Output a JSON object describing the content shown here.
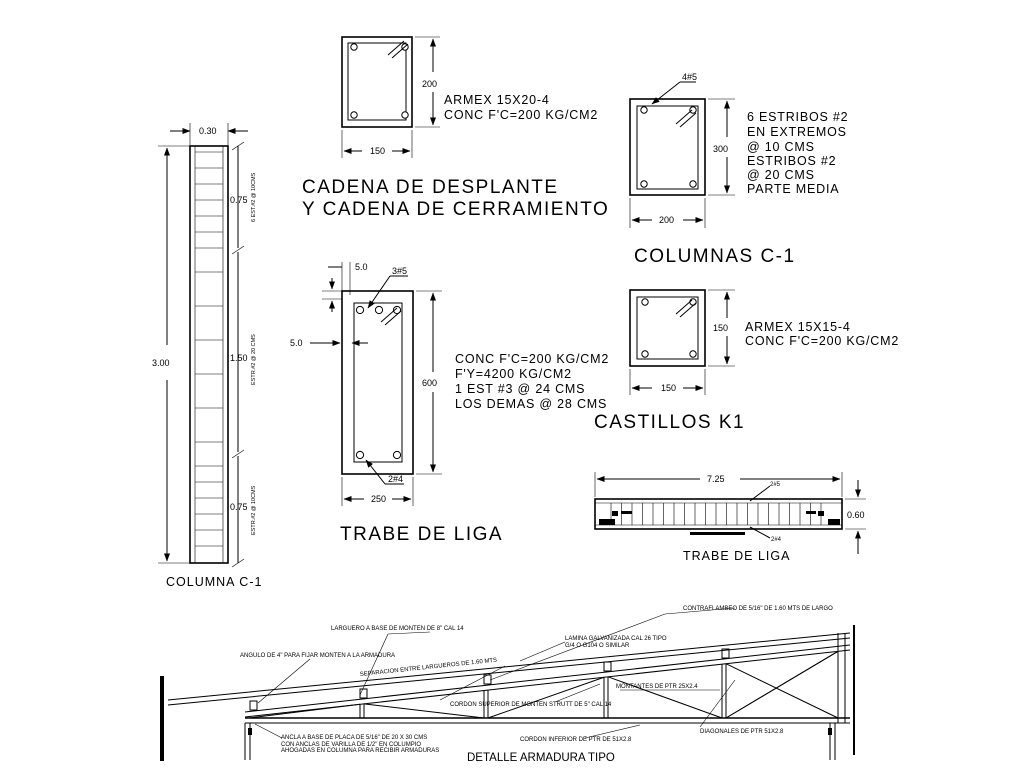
{
  "column_elevation": {
    "width_label": "0.30",
    "height_label": "3.00",
    "top_zone_label": "0.75",
    "mid_zone_label": "1.50",
    "bot_zone_label": "0.75",
    "top_zone_note": "6 EST.#2 @ 10CMS",
    "mid_zone_note": "ESTR.#2 @ 20 CMS",
    "bot_zone_note": "ESTR.#2 @ 10CMS",
    "title": "COLUMNA C-1"
  },
  "cadena": {
    "height_label": "200",
    "width_label": "150",
    "spec_line1": "ARMEX 15X20-4",
    "spec_line2": "CONC F'C=200 KG/CM2",
    "title_line1": "CADENA DE DESPLANTE",
    "title_line2": "Y CADENA DE CERRAMIENTO"
  },
  "columnas": {
    "rebar_label": "4#5",
    "height_label": "300",
    "width_label": "200",
    "spec_lines": [
      "6 ESTRIBOS #2",
      "EN EXTREMOS",
      "@ 10 CMS",
      "ESTRIBOS #2",
      "@ 20 CMS",
      "PARTE MEDIA"
    ],
    "title": "COLUMNAS C-1"
  },
  "trabe_section": {
    "cover_top_label": "5.0",
    "cover_side_label": "5.0",
    "top_rebar_label": "3#5",
    "bottom_rebar_label": "2#4",
    "height_label": "600",
    "width_label": "250",
    "spec_lines": [
      "CONC F'C=200 KG/CM2",
      "F'Y=4200 KG/CM2",
      "1 EST #3 @ 24 CMS",
      "LOS DEMAS @ 28 CMS"
    ],
    "title": "TRABE DE LIGA"
  },
  "castillos": {
    "height_label": "150",
    "width_label": "150",
    "spec_line1": "ARMEX 15X15-4",
    "spec_line2": "CONC F'C=200 KG/CM2",
    "title": "CASTILLOS K1"
  },
  "trabe_elevation": {
    "length_label": "7.25",
    "height_label": "0.60",
    "top_bar_label": "2#5",
    "bottom_bar_label": "2#4",
    "title": "TRABE DE LIGA"
  },
  "armadura": {
    "notes": {
      "contraflambeo": "CONTRAFLAMBEO DE 5/16\" DE 1.60 MTS DE LARGO",
      "larguero": "LARGUERO A BASE DE MONTEN DE 8\" CAL 14",
      "lamina1": "LAMINA GALVANIZADA CAL 26 TIPO",
      "lamina2": "G/4 O G104 O SIMILAR",
      "angulo": "ANGULO DE 4\" PARA FIJAR MONTEN A LA ARMADURA",
      "separacion": "SEPARACION ENTRE LARGUEROS DE 1.60 MTS",
      "montantes": "MONTANTES DE PTR 25X2.4",
      "cordon_sup": "CORDON SUPERIOR DE MONTEN STRUTT DE 5\" CAL 14",
      "diagonales": "DIAGONALES DE PTR 51X2.8",
      "ancla1": "ANCLA A BASE DE PLACA DE 5/16\" DE 20 X 30 CMS",
      "ancla2": "CON ANCLAS DE VARILLA DE 1/2\" EN COLUMPIO",
      "ancla3": "AHOGADAS EN COLUMNA PARA RECIBIR ARMADURAS",
      "cordon_inf": "CORDON INFERIOR DE PTR DE 51X2.8"
    },
    "title": "DETALLE ARMADURA TIPO"
  }
}
